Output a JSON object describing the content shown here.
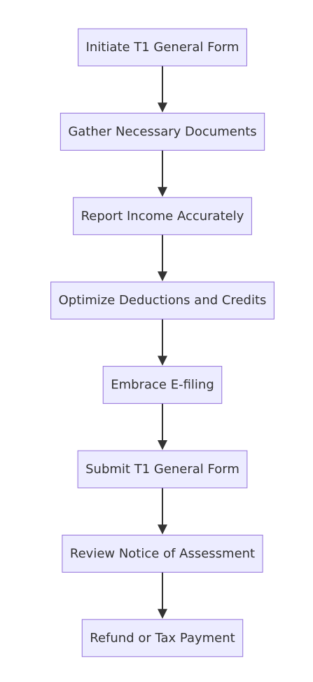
{
  "diagram": {
    "type": "flowchart",
    "direction": "top-down",
    "colors": {
      "node_fill": "#ECECFF",
      "node_border": "#9370DB",
      "text": "#333333",
      "arrow": "#333333"
    },
    "nodes": [
      {
        "id": "n1",
        "label": "Initiate T1 General Form"
      },
      {
        "id": "n2",
        "label": "Gather Necessary Documents"
      },
      {
        "id": "n3",
        "label": "Report Income Accurately"
      },
      {
        "id": "n4",
        "label": "Optimize Deductions and Credits"
      },
      {
        "id": "n5",
        "label": "Embrace E-filing"
      },
      {
        "id": "n6",
        "label": "Submit T1 General Form"
      },
      {
        "id": "n7",
        "label": "Review Notice of Assessment"
      },
      {
        "id": "n8",
        "label": "Refund or Tax Payment"
      }
    ],
    "edges": [
      {
        "from": "n1",
        "to": "n2"
      },
      {
        "from": "n2",
        "to": "n3"
      },
      {
        "from": "n3",
        "to": "n4"
      },
      {
        "from": "n4",
        "to": "n5"
      },
      {
        "from": "n5",
        "to": "n6"
      },
      {
        "from": "n6",
        "to": "n7"
      },
      {
        "from": "n7",
        "to": "n8"
      }
    ]
  }
}
